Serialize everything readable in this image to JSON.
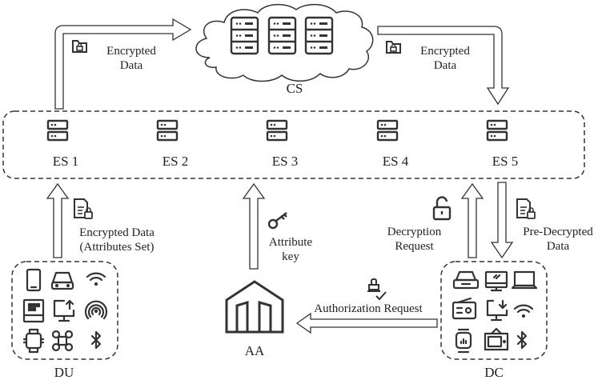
{
  "nodes": {
    "cs": {
      "label": "CS"
    },
    "aa": {
      "label": "AA"
    },
    "du": {
      "label": "DU"
    },
    "dc": {
      "label": "DC"
    },
    "edge_servers": [
      {
        "label": "ES 1"
      },
      {
        "label": "ES 2"
      },
      {
        "label": "ES 3"
      },
      {
        "label": "ES 4"
      },
      {
        "label": "ES 5"
      }
    ]
  },
  "flows": {
    "es1_to_cs": {
      "line1": "Encrypted",
      "line2": "Data",
      "icon": "locked-folder-icon"
    },
    "cs_to_es5": {
      "line1": "Encrypted",
      "line2": "Data",
      "icon": "locked-folder-icon"
    },
    "du_to_es1": {
      "line1": "Encrypted Data",
      "line2": "(Attributes Set)",
      "icon": "locked-document-icon"
    },
    "aa_to_es3": {
      "line1": "Attribute",
      "line2": "key",
      "icon": "key-icon"
    },
    "dc_to_es5": {
      "line1": "Decryption",
      "line2": "Request",
      "icon": "unlock-icon"
    },
    "es5_to_dc": {
      "line1": "Pre-Decrypted",
      "line2": "Data",
      "icon": "locked-document-icon"
    },
    "dc_to_aa": {
      "line1": "Authorization Request",
      "icon": "stamp-approval-icon"
    }
  },
  "devices": {
    "du": [
      "smartphone-icon",
      "car-icon",
      "wifi-icon",
      "tablet-icon",
      "monitor-upload-icon",
      "signal-icon",
      "smartwatch-icon",
      "drone-icon",
      "bluetooth-icon"
    ],
    "dc": [
      "car-icon",
      "desktop-icon",
      "laptop-icon",
      "radio-icon",
      "monitor-download-icon",
      "wifi-icon",
      "smartwatch-icon",
      "tv-icon",
      "bluetooth-icon"
    ]
  }
}
